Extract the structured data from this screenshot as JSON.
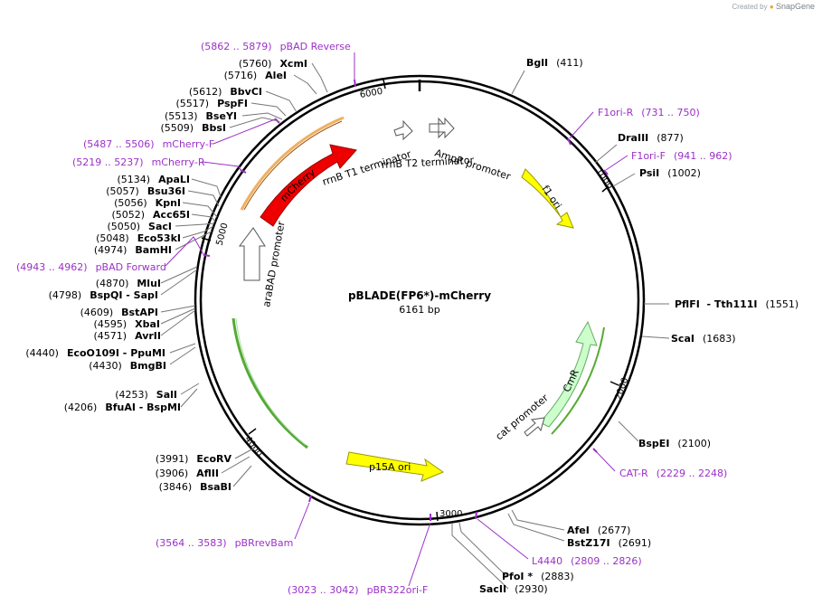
{
  "credit": {
    "prefix": "Created by",
    "brand": "SnapGene"
  },
  "plasmid": {
    "name": "pBLADE(FP6*)-mCherry",
    "length": "6161 bp"
  },
  "ticks": [
    "1000",
    "2000",
    "3000",
    "4000",
    "5000",
    "6000"
  ],
  "colors": {
    "primer": "#9b30c8",
    "mcherry": "#ee0000",
    "f1ori": "#ffff00",
    "cmr": "#ccffcc",
    "promoter": "#ffffff"
  },
  "features": {
    "mcherry": "mCherry",
    "f1ori": "f1 ori",
    "cmr": "CmR",
    "p15a": "p15A ori",
    "arabad": "araBAD promoter",
    "rrnb_t1": "rrnB T1 terminator",
    "rrnb_t2": "rrnB T2 terminator",
    "ampr_promoter": "AmpR promoter",
    "cat_promoter": "cat promoter"
  },
  "sites": [
    {
      "name": "BglI",
      "pos": "(411)"
    },
    {
      "name": "DraIII",
      "pos": "(877)"
    },
    {
      "name": "PsiI",
      "pos": "(1002)"
    },
    {
      "name": "PflFI  - Tth111I",
      "pos": "(1551)"
    },
    {
      "name": "ScaI",
      "pos": "(1683)"
    },
    {
      "name": "BspEI",
      "pos": "(2100)"
    },
    {
      "name": "AfeI",
      "pos": "(2677)"
    },
    {
      "name": "BstZ17I",
      "pos": "(2691)"
    },
    {
      "name": "PfoI *",
      "pos": "(2883)"
    },
    {
      "name": "SacII",
      "pos": "(2930)"
    },
    {
      "name": "EcoRV",
      "pos": "(3991)"
    },
    {
      "name": "AflII",
      "pos": "(3906)"
    },
    {
      "name": "BsaBI",
      "pos": "(3846)"
    },
    {
      "name": "SalI",
      "pos": "(4253)"
    },
    {
      "name": "BfuAI  - BspMI",
      "pos": "(4206)"
    },
    {
      "name": "EcoO109I  - PpuMI",
      "pos": "(4440)"
    },
    {
      "name": "BmgBI",
      "pos": "(4430)"
    },
    {
      "name": "BstAPI",
      "pos": "(4609)"
    },
    {
      "name": "XbaI",
      "pos": "(4595)"
    },
    {
      "name": "AvrII",
      "pos": "(4571)"
    },
    {
      "name": "MluI",
      "pos": "(4870)"
    },
    {
      "name": "BspQI  - SapI",
      "pos": "(4798)"
    },
    {
      "name": "ApaLI",
      "pos": "(5134)"
    },
    {
      "name": "Bsu36I",
      "pos": "(5057)"
    },
    {
      "name": "KpnI",
      "pos": "(5056)"
    },
    {
      "name": "Acc65I",
      "pos": "(5052)"
    },
    {
      "name": "SacI",
      "pos": "(5050)"
    },
    {
      "name": "Eco53kI",
      "pos": "(5048)"
    },
    {
      "name": "BamHI",
      "pos": "(4974)"
    },
    {
      "name": "BbvCI",
      "pos": "(5612)"
    },
    {
      "name": "PspFI",
      "pos": "(5517)"
    },
    {
      "name": "BseYI",
      "pos": "(5513)"
    },
    {
      "name": "BbsI",
      "pos": "(5509)"
    },
    {
      "name": "XcmI",
      "pos": "(5760)"
    },
    {
      "name": "AleI",
      "pos": "(5716)"
    }
  ],
  "primers": [
    {
      "range": "(5862 .. 5879)",
      "name": "pBAD Reverse"
    },
    {
      "range": "(731 .. 750)",
      "name": "F1ori-R"
    },
    {
      "range": "(941 .. 962)",
      "name": "F1ori-F"
    },
    {
      "range": "(2229 .. 2248)",
      "name": "CAT-R"
    },
    {
      "range": "(2809 .. 2826)",
      "name": "L4440"
    },
    {
      "range": "(3023 .. 3042)",
      "name": "pBR322ori-F"
    },
    {
      "range": "(3564 .. 3583)",
      "name": "pBRrevBam"
    },
    {
      "range": "(4943 .. 4962)",
      "name": "pBAD Forward"
    },
    {
      "range": "(5487 .. 5506)",
      "name": "mCherry-F"
    },
    {
      "range": "(5219 .. 5237)",
      "name": "mCherry-R"
    }
  ]
}
